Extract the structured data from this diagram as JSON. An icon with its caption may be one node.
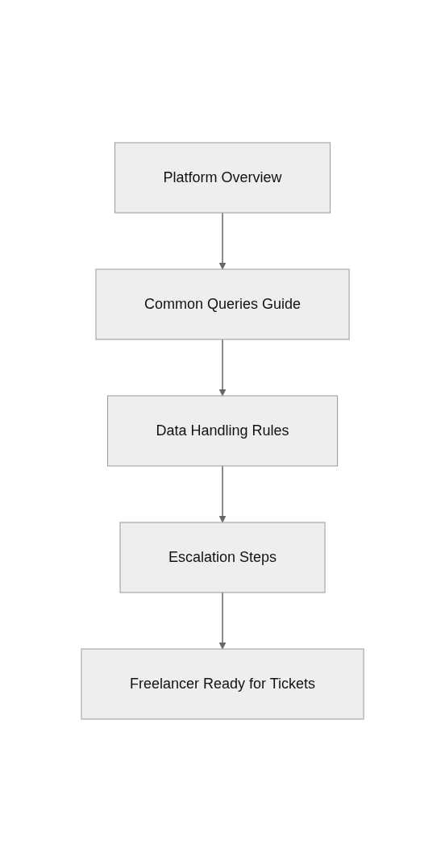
{
  "diagram": {
    "nodes": [
      {
        "text": [
          "Platform Overview"
        ]
      },
      {
        "text": [
          "Common Queries Guide"
        ]
      },
      {
        "text": [
          "Data Handling Rules"
        ]
      },
      {
        "text": [
          "Escalation Steps"
        ]
      },
      {
        "text": [
          "Freelancer Ready for Tickets"
        ]
      }
    ],
    "edges": [
      {
        "from": 0,
        "to": 1,
        "arrow": "to"
      },
      {
        "from": 1,
        "to": 2,
        "arrow": "to"
      },
      {
        "from": 2,
        "to": 3,
        "arrow": "to"
      },
      {
        "from": 3,
        "to": 4,
        "arrow": "to"
      }
    ]
  }
}
